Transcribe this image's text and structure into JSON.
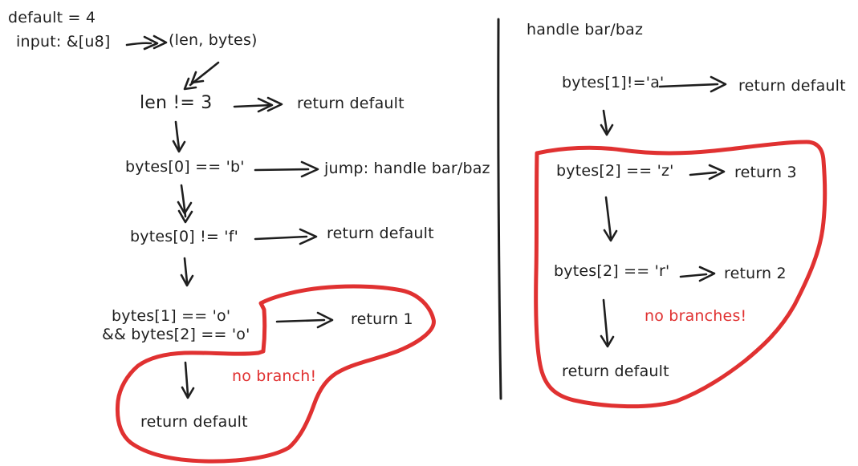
{
  "palette": {
    "ink": "#1e1e1e",
    "accent_red": "#e03131",
    "background": "#ffffff"
  },
  "left_panel": {
    "constant_label": "default = 4",
    "input_label": "input: &[u8]",
    "destructure_label": "(len, bytes)",
    "nodes": [
      {
        "condition": "len != 3",
        "branch": "return default"
      },
      {
        "condition": "bytes[0] == 'b'",
        "branch": "jump: handle bar/baz"
      },
      {
        "condition": "bytes[0] != 'f'",
        "branch": "return default"
      },
      {
        "condition": "bytes[1] == 'o'",
        "condition_line2": "&& bytes[2] == 'o'",
        "branch": "return 1"
      }
    ],
    "annotation": "no branch!",
    "terminal": "return default"
  },
  "right_panel": {
    "title": "handle bar/baz",
    "nodes": [
      {
        "condition": "bytes[1]!='a'",
        "branch": "return default"
      },
      {
        "condition": "bytes[2] == 'z'",
        "branch": "return 3"
      },
      {
        "condition": "bytes[2] == 'r'",
        "branch": "return 2"
      }
    ],
    "annotation": "no branches!",
    "terminal": "return default"
  }
}
